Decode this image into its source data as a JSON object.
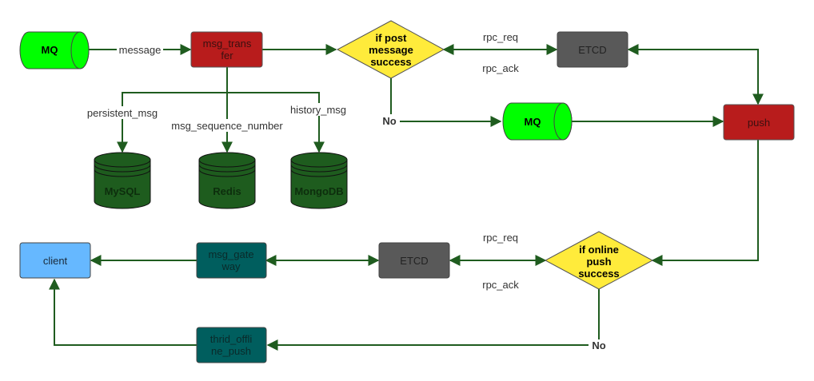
{
  "colors": {
    "arrow": "#1f5c1f",
    "mq_fill": "#00ff00",
    "red_box": "#b81c1c",
    "gray_box": "#595959",
    "diamond": "#ffeb3b",
    "db_fill": "#1e5c1e",
    "teal_box": "#005e5e",
    "client_fill": "#66b8ff"
  },
  "nodes": {
    "mq_source": "MQ",
    "msg_transfer": [
      "msg_trans",
      "fer"
    ],
    "post_decision": [
      "if post",
      "message",
      "success"
    ],
    "etcd_top": "ETCD",
    "mq_retry": "MQ",
    "push": "push",
    "mysql": "MySQL",
    "redis": "Redis",
    "mongodb": "MongoDB",
    "online_decision": [
      "if online",
      "push",
      "success"
    ],
    "etcd_bottom": "ETCD",
    "msg_gateway": [
      "msg_gate",
      "way"
    ],
    "client": "client",
    "offline_push": [
      "thrid_offli",
      "ne_push"
    ]
  },
  "edges": {
    "message": "message",
    "persistent_msg": "persistent_msg",
    "msg_sequence_number": "msg_sequence_number",
    "history_msg": "history_msg",
    "rpc_req_top": "rpc_req",
    "rpc_ack_top": "rpc_ack",
    "no_top": "No",
    "rpc_req_bottom": "rpc_req",
    "rpc_ack_bottom": "rpc_ack",
    "no_bottom": "No"
  }
}
